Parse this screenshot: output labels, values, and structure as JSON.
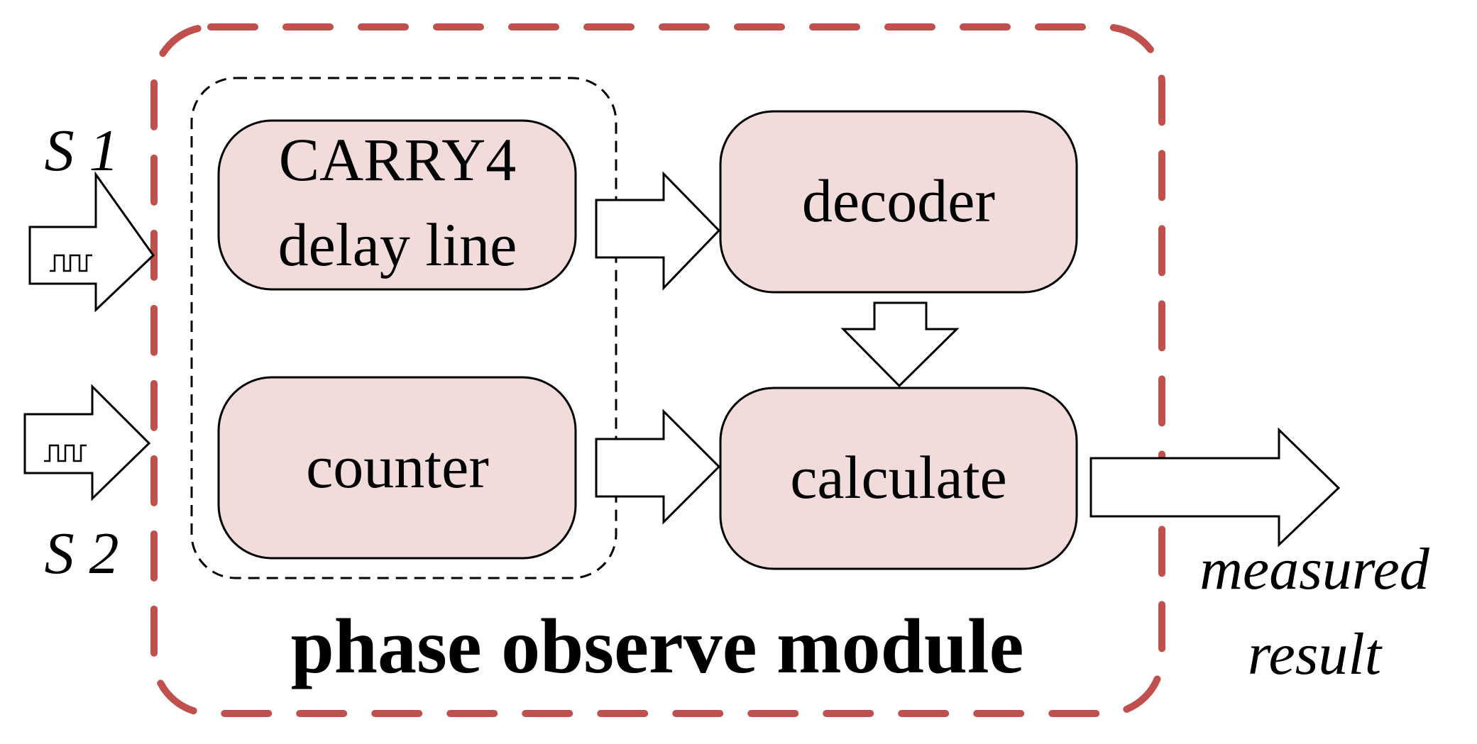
{
  "diagram": {
    "module_title": "phase observe module",
    "inputs": {
      "s1": "S 1",
      "s2": "S 2"
    },
    "blocks": {
      "carry4_line1": "CARRY4",
      "carry4_line2": "delay line",
      "counter": "counter",
      "decoder": "decoder",
      "calculate": "calculate"
    },
    "output": {
      "line1": "measured",
      "line2": "result"
    },
    "colors": {
      "module_border": "#c0504d",
      "block_fill": "#f2dcdb",
      "stroke": "#000000",
      "background": "#ffffff"
    }
  }
}
